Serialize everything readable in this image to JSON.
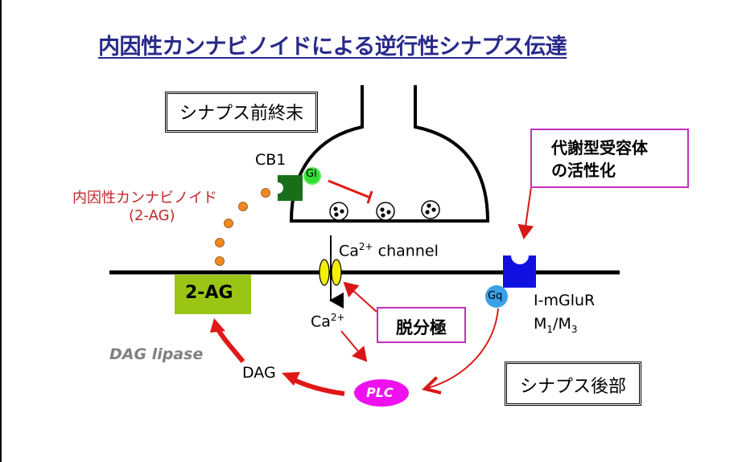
{
  "title": "内因性カンナビノイドによる逆行性シナプス伝達",
  "boxes": {
    "presynaptic": "シナプス前終末",
    "postsynaptic": "シナプス後部",
    "metabotropic_activation_line1": "代謝型受容体",
    "metabotropic_activation_line2": "の活性化",
    "depolarization": "脱分極"
  },
  "labels": {
    "cb1": "CB1",
    "gi": "Gi",
    "endocannabinoid_line1": "内因性カンナビノイド",
    "endocannabinoid_line2": "(2-AG)",
    "two_ag": "2-AG",
    "ca_channel_base": "Ca",
    "ca_channel_sup": "2+",
    "ca_channel_suffix": " channel",
    "ca_ion_base": "Ca",
    "ca_ion_sup": "2+",
    "gq": "Gq",
    "mglur": "I-mGluR",
    "m1": "M",
    "m1_sub": "1",
    "slash": "/M",
    "m3_sub": "3",
    "dag_lipase": "DAG lipase",
    "dag": "DAG",
    "plc": "PLC"
  },
  "colors": {
    "title": "#28298a",
    "red_text": "#c0282c",
    "arrow_red": "#e01818",
    "two_ag_fill": "#99c614",
    "gi_fill": "#33dd33",
    "cb1_fill": "#1a6e1a",
    "gq_fill": "#3aa0e8",
    "mglur_fill": "#1010e0",
    "plc_fill": "#ee11ee",
    "channel_fill": "#f4f000",
    "dot_fill": "#f08a20",
    "pink_border": "#c030c0",
    "gray_text": "#808080"
  }
}
